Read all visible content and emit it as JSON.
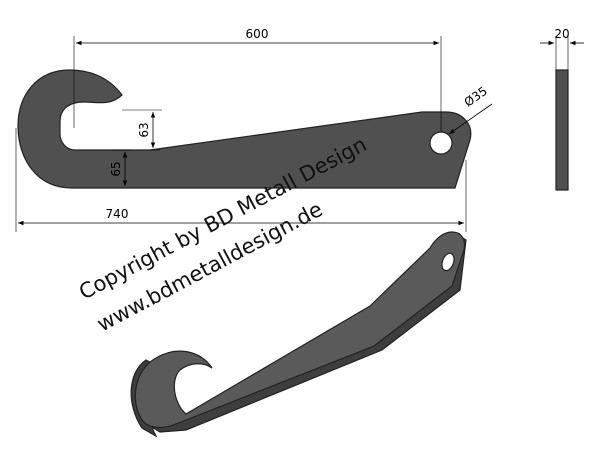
{
  "dimensions": {
    "overall_top": "600",
    "overall_bottom": "740",
    "inner_height": "63",
    "bar_height": "65",
    "hole_diameter": "Ø35",
    "thickness": "20"
  },
  "watermark": {
    "line1": "Copyright by BD Metall Design",
    "line2": "www.bdmetalldesign.de"
  },
  "colors": {
    "part": "#505050",
    "edge": "#222222",
    "dimension": "#000000"
  }
}
